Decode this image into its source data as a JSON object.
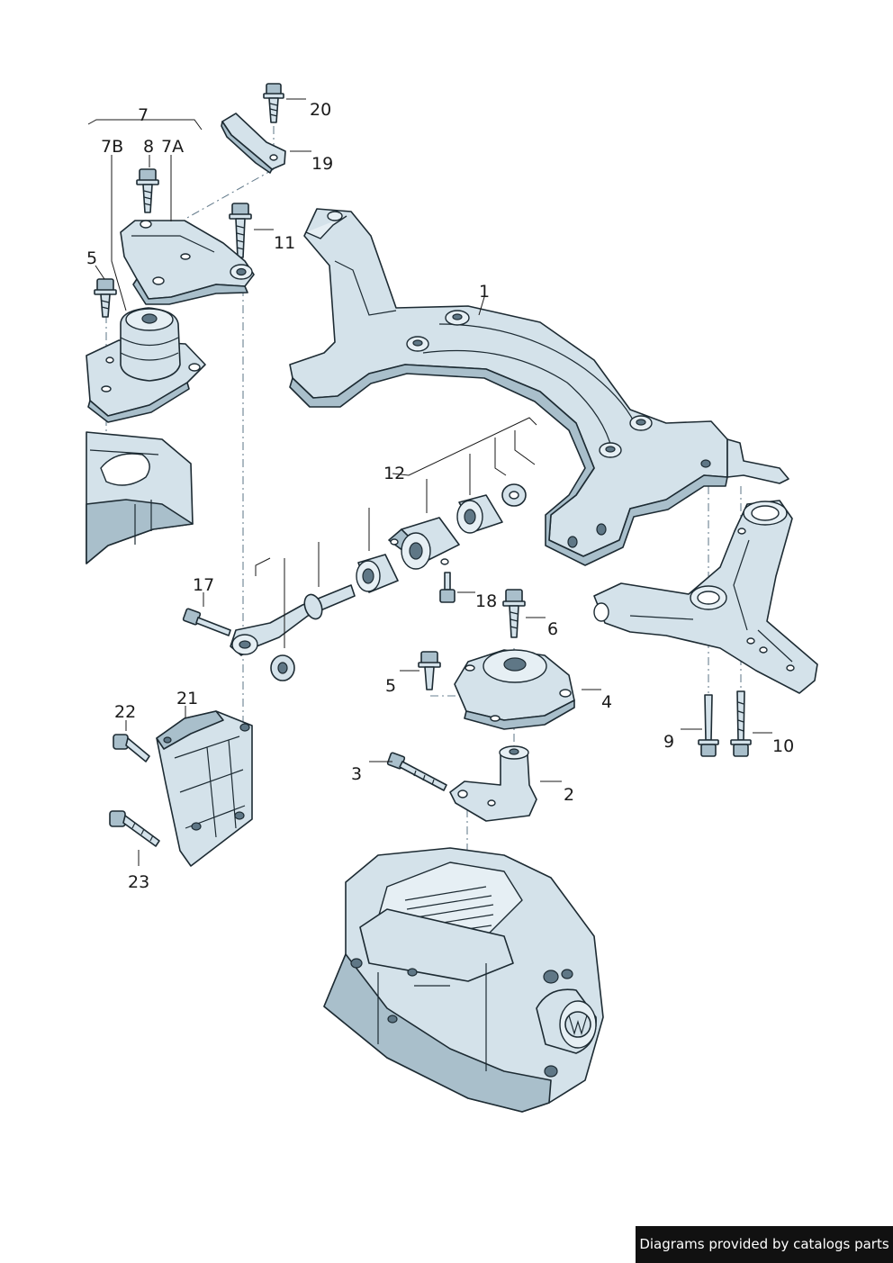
{
  "callouts": {
    "c1": "1",
    "c2": "2",
    "c3": "3",
    "c4": "4",
    "c5a": "5",
    "c5b": "5",
    "c6": "6",
    "c7": "7",
    "c7a": "7A",
    "c7b": "7B",
    "c8": "8",
    "c9": "9",
    "c10": "10",
    "c11": "11",
    "c12": "12",
    "c17": "17",
    "c18": "18",
    "c19": "19",
    "c20": "20",
    "c21": "21",
    "c22": "22",
    "c23": "23"
  },
  "credit": "Diagrams provided by catalogs parts",
  "colors": {
    "metal": "#d4e2ea",
    "shadow": "#a9bfcb",
    "outline": "#1d2b33"
  }
}
